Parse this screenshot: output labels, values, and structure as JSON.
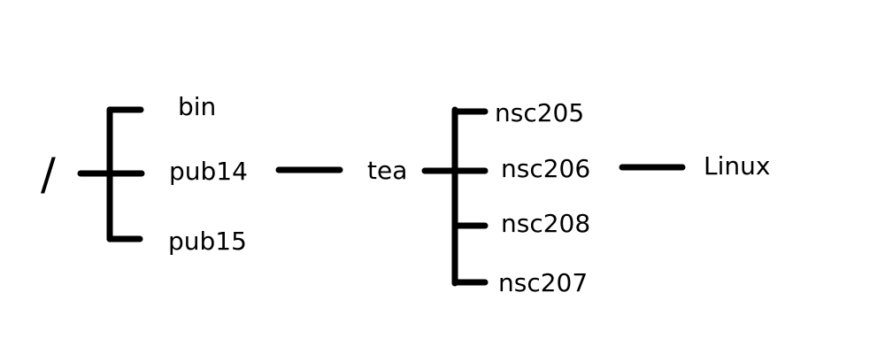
{
  "tree": {
    "root": "/",
    "level1": [
      "bin",
      "pub14",
      "pub15"
    ],
    "level2": "tea",
    "level3": [
      "nsc205",
      "nsc206",
      "nsc208",
      "nsc207"
    ],
    "level4": "Linux"
  },
  "colors": {
    "line": "#000000",
    "text": "#000000",
    "background": "#ffffff"
  }
}
